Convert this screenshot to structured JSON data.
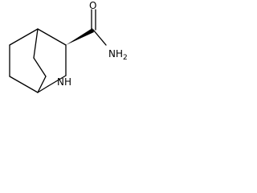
{
  "molecule": {
    "atom_labels": {
      "amide_nitrogen": "NH",
      "amide_subscript": "2",
      "amide_oxygen": "O",
      "ring_nitrogen": "NH"
    },
    "line_color": "#000000",
    "background_color": "#ffffff"
  }
}
